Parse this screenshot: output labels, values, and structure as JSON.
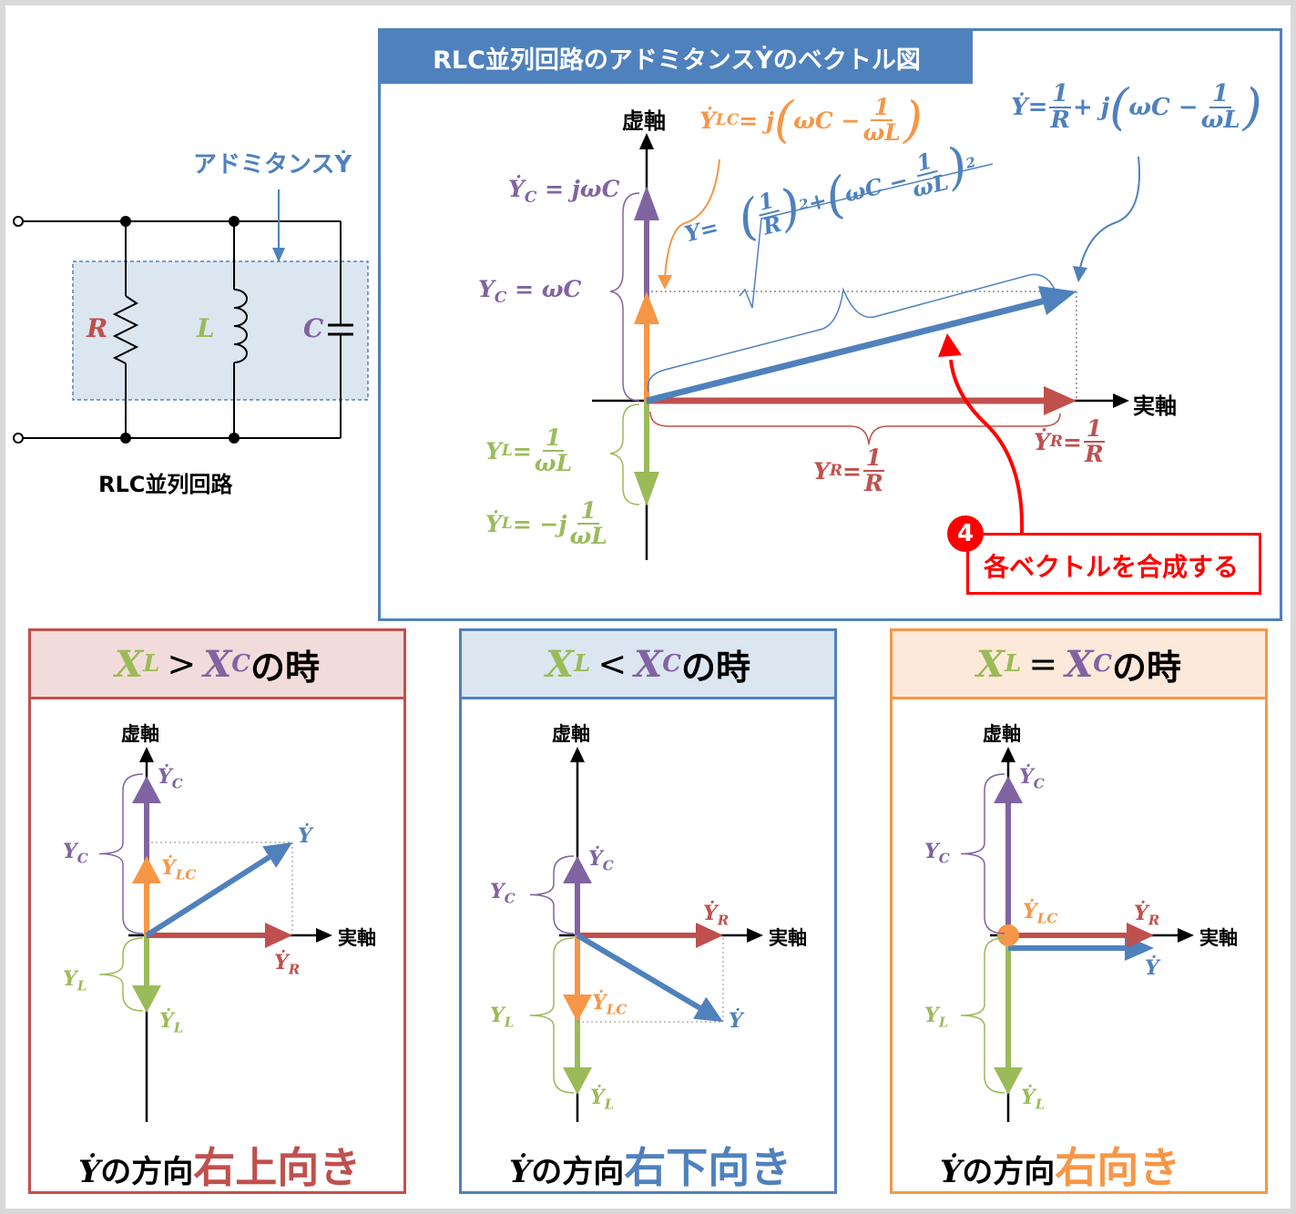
{
  "circuit": {
    "admittance_label": "アドミタンスẎ",
    "r_label": "R",
    "l_label": "L",
    "c_label": "C",
    "caption": "RLC並列回路"
  },
  "main_panel": {
    "title": "RLC並列回路のアドミタンスẎのベクトル図",
    "imag_axis": "虚軸",
    "real_axis": "実軸",
    "formula_y_lhs": "Ẏ",
    "formula_y_mid": " = ",
    "formula_y_1": "1",
    "formula_y_R": "R",
    "formula_y_plus": " + j",
    "formula_y_wC": "ωC − ",
    "formula_y_wL": "ωL",
    "formula_ylc_lhs": "Ẏ",
    "formula_ylc_sub": "LC",
    "formula_ylc_rhs": " = j",
    "formula_yc_dot": "Ẏ",
    "formula_yc_sub": "C",
    "formula_yc_rhs": " = jωC",
    "formula_yc_mag": "Y",
    "formula_yc_mag_rhs": " = ωC",
    "formula_yl_mag": "Y",
    "formula_yl_sub": "L",
    "formula_yl_eq": " = ",
    "formula_yl_dot": "Ẏ",
    "formula_yl_dot_rhs": " = −j ",
    "formula_yr_dot": "Ẏ",
    "formula_yr_sub": "R",
    "formula_yr_mag": "Y",
    "formula_mag_y": "Y",
    "formula_mag_eq": " = ",
    "formula_mag_sq": "2",
    "formula_mag_plus": " + ",
    "formula_mag_wC": "ωC − ",
    "one": "1",
    "wL": "ωL",
    "R": "R",
    "step_number": "4",
    "step_label": "各ベクトルを合成する"
  },
  "conditions": [
    {
      "xl": "X",
      "xl_sub": "L",
      "op": " > ",
      "xc": "X",
      "xc_sub": "C",
      "suffix": "の時",
      "foot_prefix": "Ẏ",
      "foot_text": "の方向",
      "foot_dir": "右上向き",
      "accent": "#c0504d",
      "header_bg": "#f2dcdb"
    },
    {
      "xl": "X",
      "xl_sub": "L",
      "op": " < ",
      "xc": "X",
      "xc_sub": "C",
      "suffix": "の時",
      "foot_prefix": "Ẏ",
      "foot_text": "の方向",
      "foot_dir": "右下向き",
      "accent": "#4f81bd",
      "header_bg": "#dce6f1"
    },
    {
      "xl": "X",
      "xl_sub": "L",
      "op": " = ",
      "xc": "X",
      "xc_sub": "C",
      "suffix": "の時",
      "foot_prefix": "Ẏ",
      "foot_text": "の方向",
      "foot_dir": "右向き",
      "accent": "#f79646",
      "header_bg": "#fde9d9"
    }
  ],
  "mini_labels": {
    "imag": "虚軸",
    "real": "実軸",
    "Y": "Y",
    "Ydot": "Ẏ",
    "C": "C",
    "L": "L",
    "LC": "LC",
    "R": "R"
  },
  "colors": {
    "purple": "#8064a2",
    "green": "#9bbb59",
    "orange": "#f79646",
    "blue": "#4f81bd",
    "red": "#c0504d",
    "panel_border": "#4f81bd",
    "step_red": "#ff0000"
  }
}
